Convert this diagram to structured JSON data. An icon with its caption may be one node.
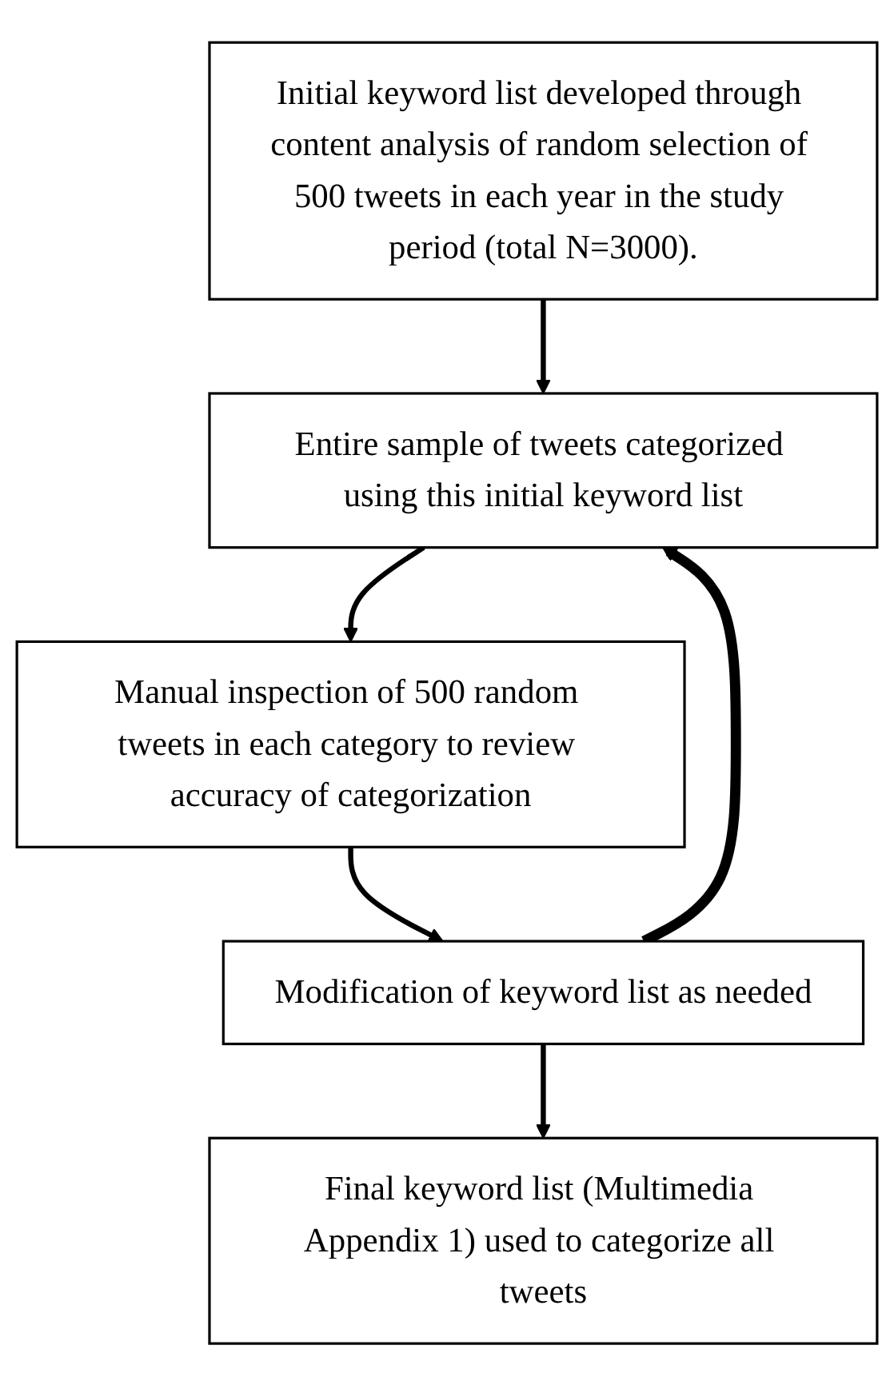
{
  "diagram": {
    "nodes": [
      {
        "text": [
          "Initial keyword list developed through content analysis of random selection of 500 tweets in each year in the study period (total N=3000)."
        ]
      },
      {
        "text": [
          "Entire sample of tweets categorized using this initial keyword list"
        ]
      },
      {
        "text": [
          "Manual inspection of 500 random tweets in each category to review accuracy of categorization"
        ]
      },
      {
        "text": [
          "Modification of keyword list as needed"
        ]
      },
      {
        "text": [
          "Final keyword list (Multimedia Appendix 1) used to categorize all tweets"
        ]
      }
    ],
    "edges": [
      {
        "from": 0,
        "to": 1,
        "arrow": "to"
      },
      {
        "from": 1,
        "to": 2,
        "arrow": "to"
      },
      {
        "from": 2,
        "to": 3,
        "arrow": "to"
      },
      {
        "from": 3,
        "to": 4,
        "arrow": "to"
      },
      {
        "from": 3,
        "to": 1,
        "arrow": "to",
        "style": "thick"
      }
    ]
  }
}
